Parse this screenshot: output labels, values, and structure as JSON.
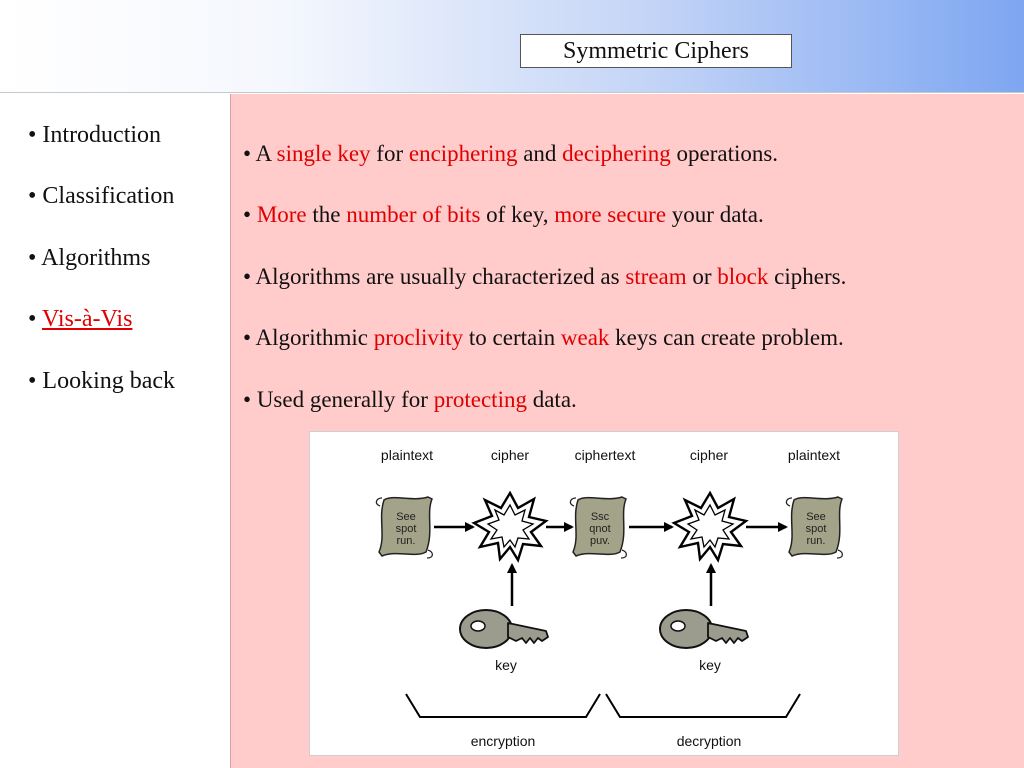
{
  "slide": {
    "title": "Symmetric Ciphers"
  },
  "sidebar": {
    "bullet": "•",
    "items": [
      {
        "label": "Introduction",
        "active": false
      },
      {
        "label": "Classification",
        "active": false
      },
      {
        "label": "Algorithms",
        "active": false
      },
      {
        "label": "Vis-à-Vis",
        "active": true
      },
      {
        "label": "Looking back",
        "active": false
      }
    ]
  },
  "content": {
    "bullets": [
      [
        {
          "t": "A "
        },
        {
          "t": "single key",
          "h": true
        },
        {
          "t": " for "
        },
        {
          "t": "enciphering",
          "h": true
        },
        {
          "t": " and "
        },
        {
          "t": "deciphering",
          "h": true
        },
        {
          "t": " operations."
        }
      ],
      [
        {
          "t": "More",
          "h": true
        },
        {
          "t": " the "
        },
        {
          "t": "number of bits",
          "h": true
        },
        {
          "t": " of key, "
        },
        {
          "t": "more secure",
          "h": true
        },
        {
          "t": " your data."
        }
      ],
      [
        {
          "t": "Algorithms are usually characterized as "
        },
        {
          "t": "stream",
          "h": true
        },
        {
          "t": " or "
        },
        {
          "t": "block",
          "h": true
        },
        {
          "t": " ciphers."
        }
      ],
      [
        {
          "t": "Algorithmic "
        },
        {
          "t": "proclivity",
          "h": true
        },
        {
          "t": " to certain "
        },
        {
          "t": "weak",
          "h": true
        },
        {
          "t": " keys can create problem."
        }
      ],
      [
        {
          "t": "Used generally for "
        },
        {
          "t": "protecting",
          "h": true
        },
        {
          "t": " data."
        }
      ]
    ]
  },
  "diagram": {
    "labels": {
      "plaintext_in": "plaintext",
      "cipher_enc": "cipher",
      "ciphertext": "ciphertext",
      "cipher_dec": "cipher",
      "plaintext_out": "plaintext",
      "key_enc": "key",
      "key_dec": "key",
      "encryption": "encryption",
      "decryption": "decryption"
    },
    "scroll_plain": [
      "See",
      "spot",
      "run."
    ],
    "scroll_cipher": [
      "Ssc",
      "qnot",
      "puv."
    ],
    "colors": {
      "highlight": "#e00000",
      "content_bg": "#ffcbcb",
      "scroll_fill": "#a3a38a",
      "key_fill": "#9c9c8e"
    }
  }
}
